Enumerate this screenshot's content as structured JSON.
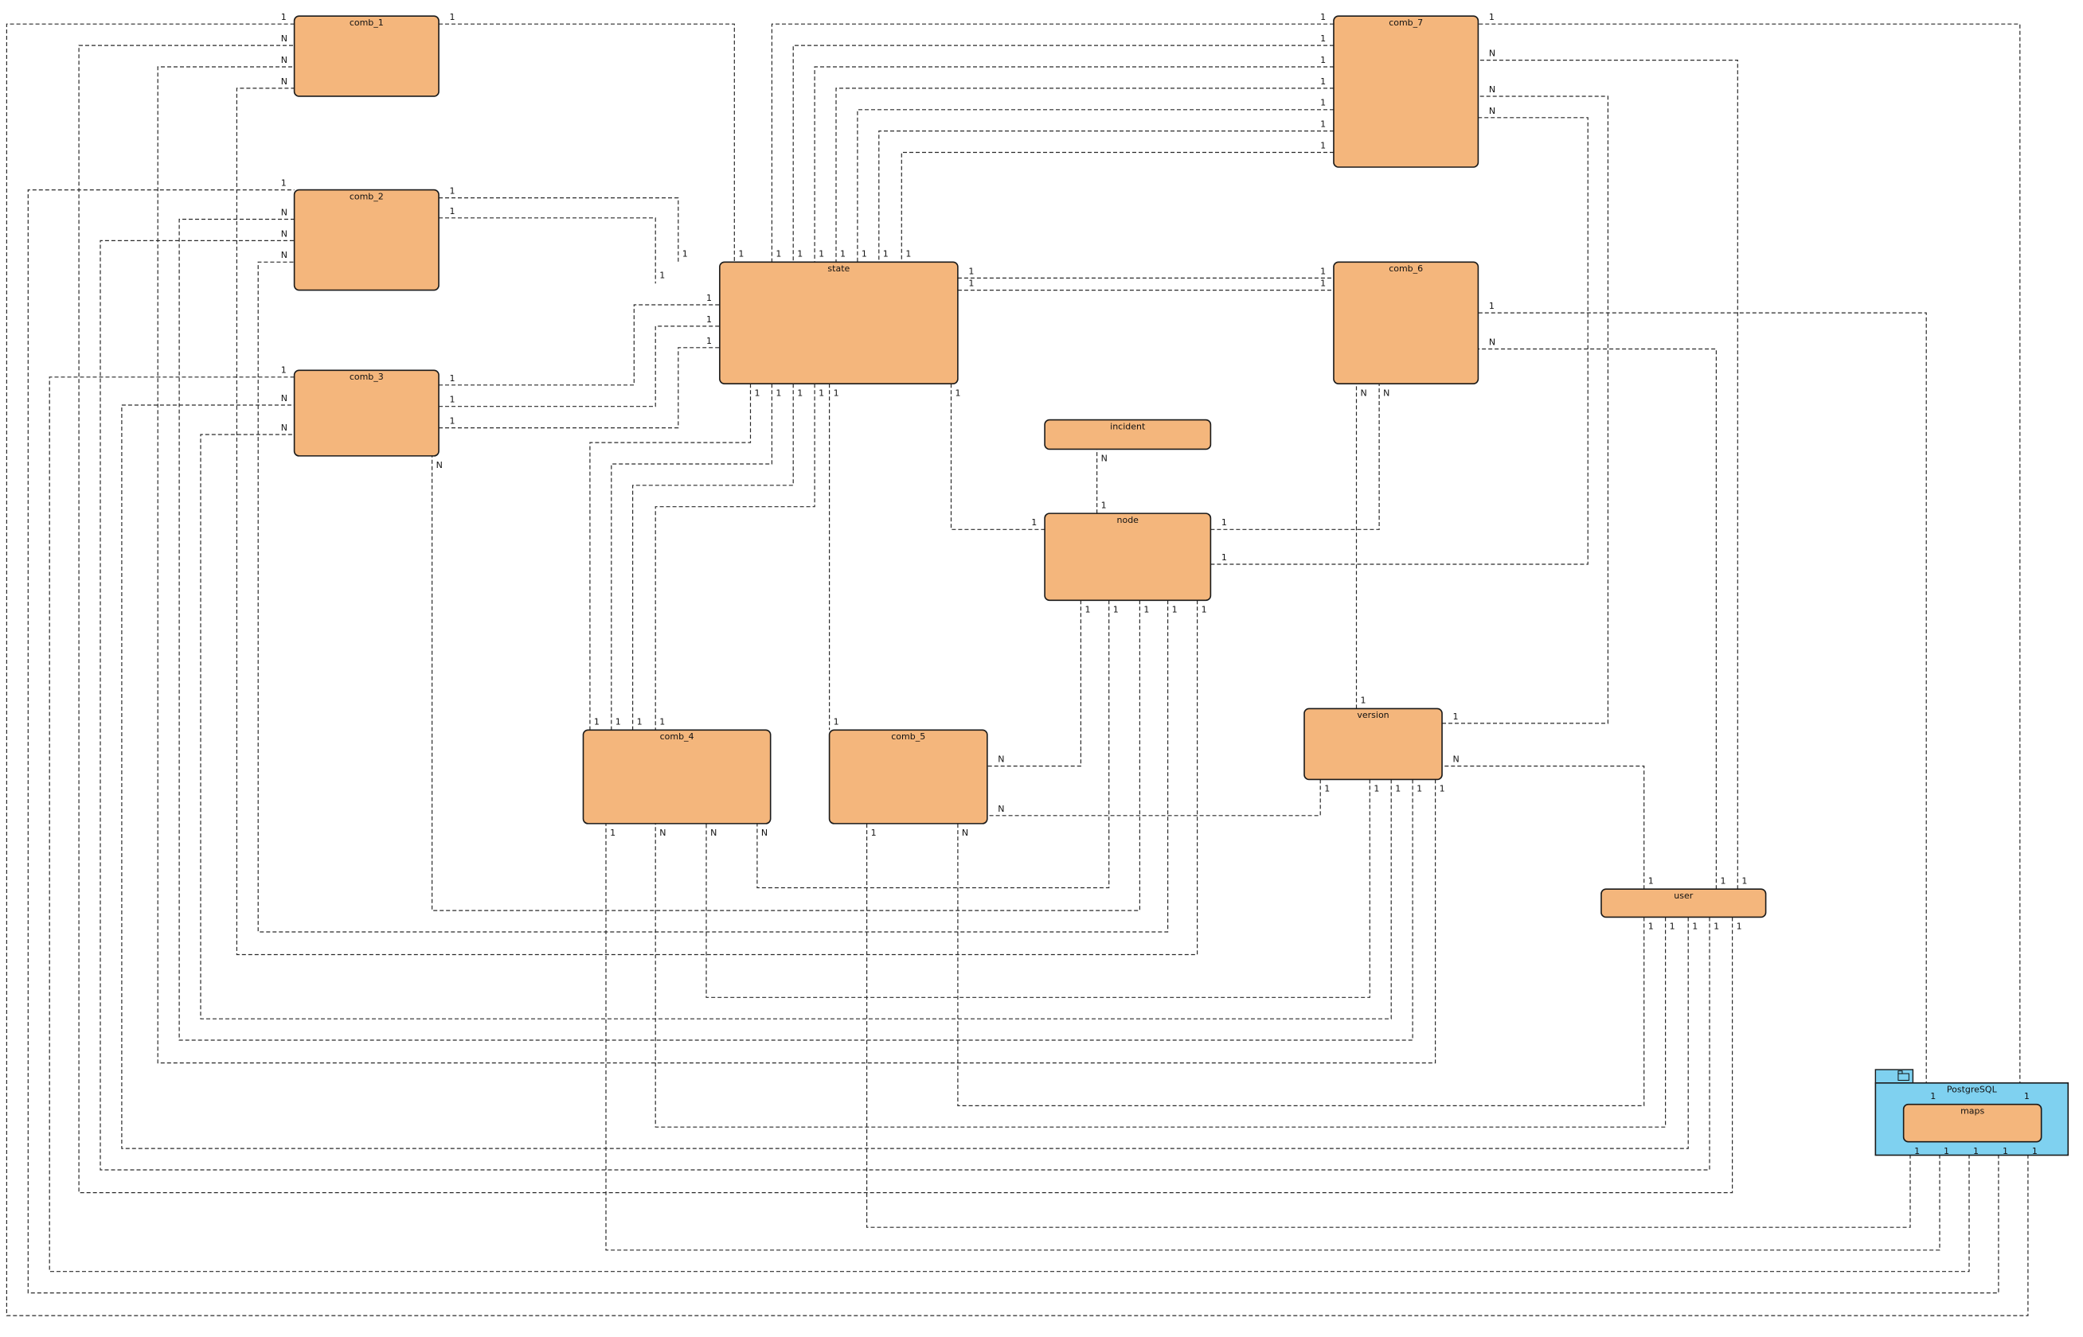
{
  "diagram": {
    "package": {
      "name": "PostgreSQL"
    },
    "entities": [
      {
        "id": "comb_1",
        "name": "comb_1"
      },
      {
        "id": "comb_2",
        "name": "comb_2"
      },
      {
        "id": "comb_3",
        "name": "comb_3"
      },
      {
        "id": "state",
        "name": "state"
      },
      {
        "id": "comb_7",
        "name": "comb_7"
      },
      {
        "id": "comb_6",
        "name": "comb_6"
      },
      {
        "id": "incident",
        "name": "incident"
      },
      {
        "id": "node",
        "name": "node"
      },
      {
        "id": "comb_4",
        "name": "comb_4"
      },
      {
        "id": "comb_5",
        "name": "comb_5"
      },
      {
        "id": "version",
        "name": "version"
      },
      {
        "id": "user",
        "name": "user"
      },
      {
        "id": "maps",
        "name": "maps"
      }
    ],
    "relationships": [
      {
        "from": "comb_1",
        "to": "state",
        "from_card": "1",
        "to_card": "1"
      },
      {
        "from": "comb_2",
        "to": "state",
        "from_card": "1",
        "to_card": "1"
      },
      {
        "from": "comb_2",
        "to": "state",
        "from_card": "1",
        "to_card": "1"
      },
      {
        "from": "comb_3",
        "to": "state",
        "from_card": "1",
        "to_card": "1"
      },
      {
        "from": "comb_3",
        "to": "state",
        "from_card": "1",
        "to_card": "1"
      },
      {
        "from": "comb_3",
        "to": "state",
        "from_card": "1",
        "to_card": "1"
      },
      {
        "from": "comb_7",
        "to": "state",
        "from_card": "1",
        "to_card": "1"
      },
      {
        "from": "comb_7",
        "to": "state",
        "from_card": "1",
        "to_card": "1"
      },
      {
        "from": "comb_7",
        "to": "state",
        "from_card": "1",
        "to_card": "1"
      },
      {
        "from": "comb_7",
        "to": "state",
        "from_card": "1",
        "to_card": "1"
      },
      {
        "from": "comb_7",
        "to": "state",
        "from_card": "1",
        "to_card": "1"
      },
      {
        "from": "comb_7",
        "to": "state",
        "from_card": "1",
        "to_card": "1"
      },
      {
        "from": "comb_7",
        "to": "state",
        "from_card": "1",
        "to_card": "1"
      },
      {
        "from": "state",
        "to": "comb_6",
        "from_card": "1",
        "to_card": "1"
      },
      {
        "from": "state",
        "to": "comb_6",
        "from_card": "1",
        "to_card": "1"
      },
      {
        "from": "state",
        "to": "node",
        "from_card": "1",
        "to_card": "1"
      },
      {
        "from": "state",
        "to": "comb_4",
        "from_card": "1",
        "to_card": "1"
      },
      {
        "from": "state",
        "to": "comb_4",
        "from_card": "1",
        "to_card": "1"
      },
      {
        "from": "state",
        "to": "comb_4",
        "from_card": "1",
        "to_card": "1"
      },
      {
        "from": "state",
        "to": "comb_4",
        "from_card": "1",
        "to_card": "1"
      },
      {
        "from": "state",
        "to": "comb_5",
        "from_card": "1",
        "to_card": "1"
      },
      {
        "from": "node",
        "to": "incident",
        "from_card": "1",
        "to_card": "N"
      },
      {
        "from": "node",
        "to": "comb_6",
        "from_card": "1",
        "to_card": "N"
      },
      {
        "from": "node",
        "to": "comb_7",
        "from_card": "1",
        "to_card": "N"
      },
      {
        "from": "node",
        "to": "comb_5",
        "from_card": "1",
        "to_card": "N"
      },
      {
        "from": "node",
        "to": "comb_4",
        "from_card": "1",
        "to_card": "N"
      },
      {
        "from": "node",
        "to": "comb_3",
        "from_card": "1",
        "to_card": "N"
      },
      {
        "from": "node",
        "to": "comb_2",
        "from_card": "1",
        "to_card": "N"
      },
      {
        "from": "node",
        "to": "comb_1",
        "from_card": "1",
        "to_card": "N"
      },
      {
        "from": "version",
        "to": "comb_6",
        "from_card": "1",
        "to_card": "N"
      },
      {
        "from": "version",
        "to": "comb_7",
        "from_card": "1",
        "to_card": "N"
      },
      {
        "from": "version",
        "to": "comb_5",
        "from_card": "1",
        "to_card": "N"
      },
      {
        "from": "version",
        "to": "comb_4",
        "from_card": "1",
        "to_card": "N"
      },
      {
        "from": "version",
        "to": "comb_3",
        "from_card": "1",
        "to_card": "N"
      },
      {
        "from": "version",
        "to": "comb_2",
        "from_card": "1",
        "to_card": "N"
      },
      {
        "from": "version",
        "to": "comb_1",
        "from_card": "1",
        "to_card": "N"
      },
      {
        "from": "user",
        "to": "version",
        "from_card": "1",
        "to_card": "N"
      },
      {
        "from": "user",
        "to": "comb_7",
        "from_card": "1",
        "to_card": "N"
      },
      {
        "from": "user",
        "to": "comb_6",
        "from_card": "1",
        "to_card": "N"
      },
      {
        "from": "user",
        "to": "comb_5",
        "from_card": "1",
        "to_card": "N"
      },
      {
        "from": "user",
        "to": "comb_4",
        "from_card": "1",
        "to_card": "N"
      },
      {
        "from": "user",
        "to": "comb_3",
        "from_card": "1",
        "to_card": "N"
      },
      {
        "from": "user",
        "to": "comb_2",
        "from_card": "1",
        "to_card": "N"
      },
      {
        "from": "user",
        "to": "comb_1",
        "from_card": "1",
        "to_card": "N"
      },
      {
        "from": "maps",
        "to": "comb_6",
        "from_card": "1",
        "to_card": "1"
      },
      {
        "from": "maps",
        "to": "comb_7",
        "from_card": "1",
        "to_card": "1"
      },
      {
        "from": "maps",
        "to": "comb_5",
        "from_card": "1",
        "to_card": "1"
      },
      {
        "from": "maps",
        "to": "comb_4",
        "from_card": "1",
        "to_card": "1"
      },
      {
        "from": "maps",
        "to": "comb_3",
        "from_card": "1",
        "to_card": "1"
      },
      {
        "from": "maps",
        "to": "comb_2",
        "from_card": "1",
        "to_card": "1"
      },
      {
        "from": "maps",
        "to": "comb_1",
        "from_card": "1",
        "to_card": "1"
      }
    ]
  }
}
